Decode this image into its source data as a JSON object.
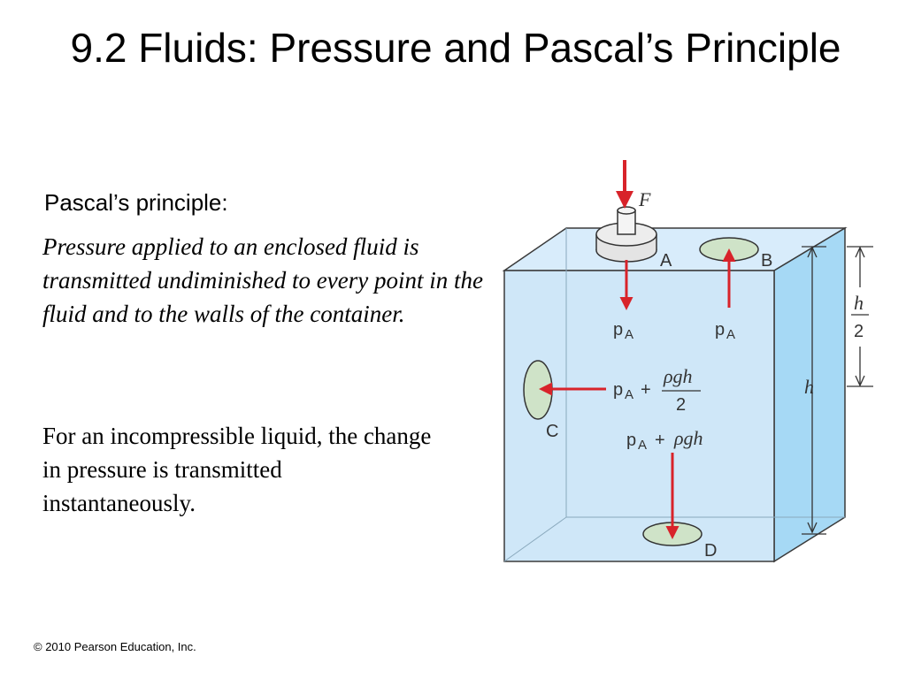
{
  "slide": {
    "title": "9.2 Fluids: Pressure and Pascal’s Principle",
    "heading": "Pascal’s principle:",
    "definition": "Pressure applied to an enclosed fluid is transmitted undiminished to every point in the fluid and to the walls of the container.",
    "note": "For an incompressible liquid, the change in pressure is transmitted instantaneously.",
    "footer": "© 2010 Pearson Education, Inc."
  },
  "diagram": {
    "force_label": "F",
    "points": {
      "a": "A",
      "b": "B",
      "c": "C",
      "d": "D"
    },
    "pressure_a": "p",
    "pressure_sub": "A",
    "plus": "+",
    "rho_g_h": "ρgh",
    "two": "2",
    "h_label": "h",
    "colors": {
      "arrow": "#d8232a",
      "water_light": "#d8ecfb",
      "water_side": "#a6d9f5",
      "disk": "#cfe3c8"
    }
  }
}
